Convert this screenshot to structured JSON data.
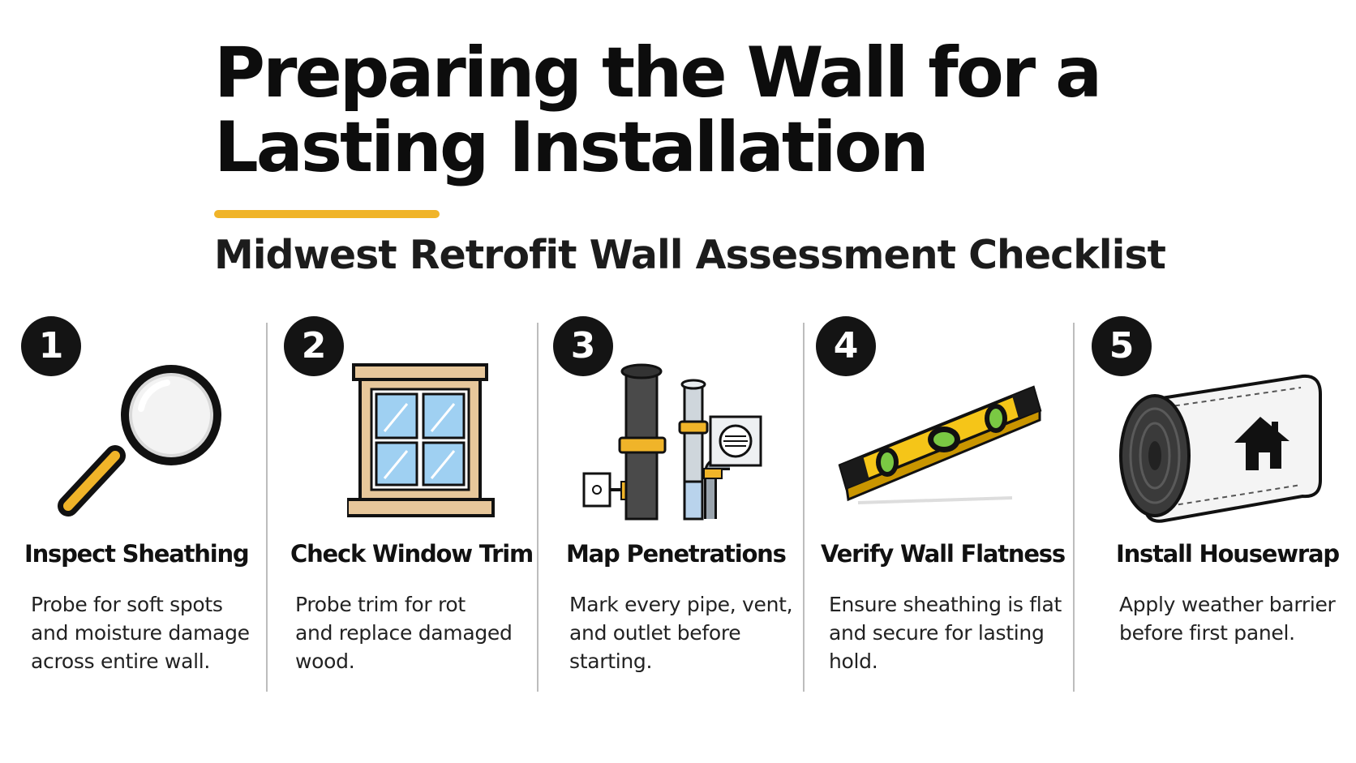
{
  "header": {
    "title_line1": "Preparing the Wall for a",
    "title_line2": "Lasting Installation",
    "subtitle": "Midwest Retrofit Wall Assessment Checklist",
    "accent_color": "#f0b429"
  },
  "steps": [
    {
      "number": "1",
      "title": "Inspect Sheathing",
      "desc": [
        "Probe for soft spots",
        "and moisture damage",
        "across entire wall."
      ],
      "icon": "magnifying-glass-icon"
    },
    {
      "number": "2",
      "title": "Check Window Trim",
      "desc": [
        "Probe trim for rot",
        "and replace damaged",
        "wood."
      ],
      "icon": "window-icon"
    },
    {
      "number": "3",
      "title": "Map Penetrations",
      "desc": [
        "Mark every pipe, vent,",
        "and outlet before",
        "starting."
      ],
      "icon": "pipes-vent-icon"
    },
    {
      "number": "4",
      "title": "Verify Wall Flatness",
      "desc": [
        "Ensure sheathing is flat",
        "and secure for lasting",
        "hold."
      ],
      "icon": "level-icon"
    },
    {
      "number": "5",
      "title": "Install Housewrap",
      "desc": [
        "Apply weather barrier",
        "before first panel."
      ],
      "icon": "housewrap-roll-icon"
    }
  ]
}
